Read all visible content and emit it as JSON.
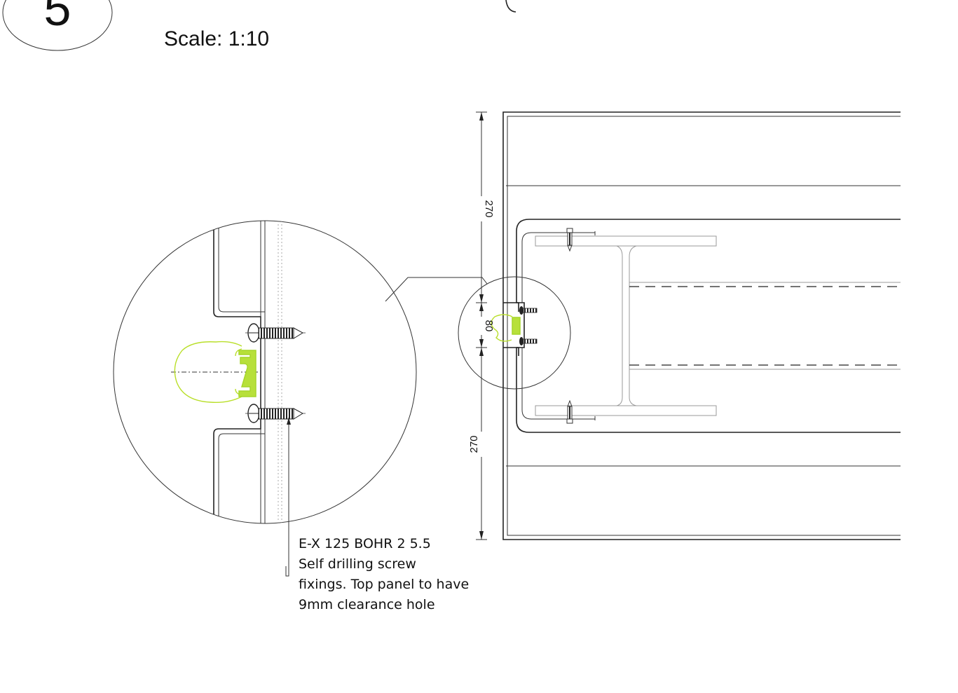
{
  "detail": {
    "number": "5",
    "scale": "Scale: 1:10"
  },
  "dimensions": {
    "upper": "270",
    "middle": "80",
    "lower": "270"
  },
  "note": {
    "line1": "E-X 125 BOHR 2 5.5",
    "line2": "Self drilling screw",
    "line3": "fixings. Top panel to have",
    "line4": "9mm clearance hole"
  },
  "colors": {
    "linework": "#222222",
    "gasket": "#b9df2a",
    "background": "#ffffff"
  }
}
